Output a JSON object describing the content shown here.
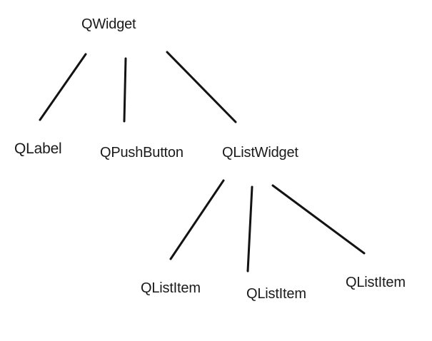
{
  "diagram": {
    "type": "tree",
    "description": "Qt widget class hierarchy sketch",
    "nodes": [
      {
        "id": "qwidget",
        "label": "QWidget",
        "level": 0
      },
      {
        "id": "qlabel",
        "label": "QLabel",
        "level": 1
      },
      {
        "id": "qpushbutton",
        "label": "QPushButton",
        "level": 1
      },
      {
        "id": "qlistwidget",
        "label": "QListWidget",
        "level": 1
      },
      {
        "id": "qlistitem-1",
        "label": "QListItem",
        "level": 2
      },
      {
        "id": "qlistitem-2",
        "label": "QListItem",
        "level": 2
      },
      {
        "id": "qlistitem-3",
        "label": "QListItem",
        "level": 2
      }
    ],
    "edges": [
      {
        "from": "qwidget",
        "to": "qlabel"
      },
      {
        "from": "qwidget",
        "to": "qpushbutton"
      },
      {
        "from": "qwidget",
        "to": "qlistwidget"
      },
      {
        "from": "qlistwidget",
        "to": "qlistitem-1"
      },
      {
        "from": "qlistwidget",
        "to": "qlistitem-2"
      },
      {
        "from": "qlistwidget",
        "to": "qlistitem-3"
      }
    ],
    "colors": {
      "background": "#ffffff",
      "line": "#131313",
      "text": "#1a1a1a"
    }
  }
}
